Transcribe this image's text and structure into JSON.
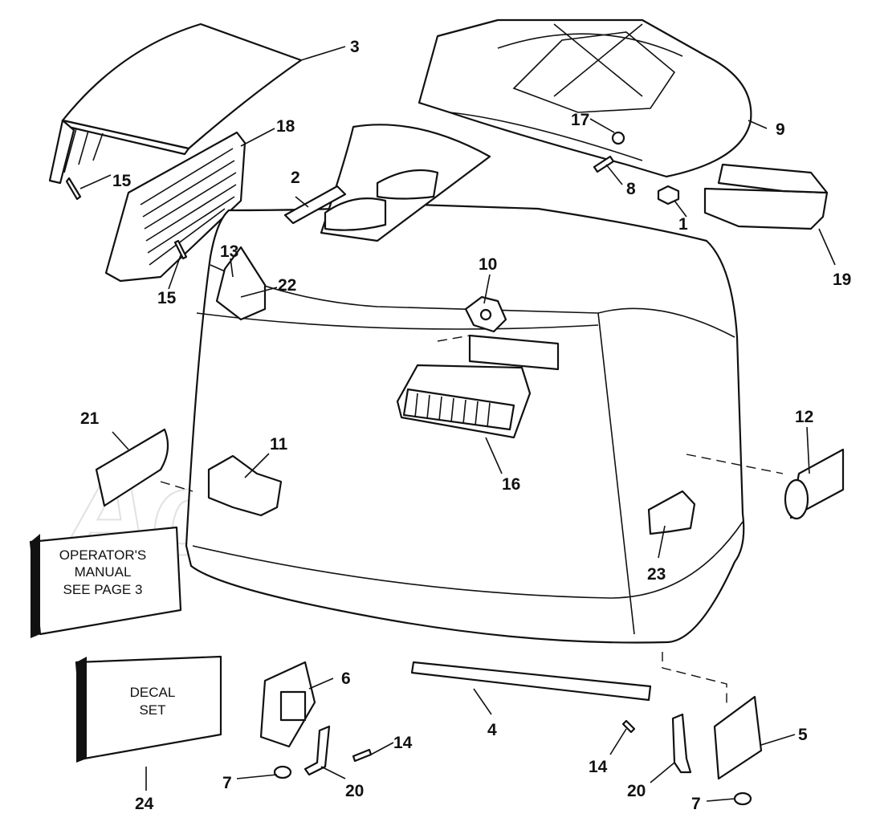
{
  "watermark": "AchMoto",
  "boxes": {
    "operators_manual": [
      "OPERATOR'S",
      "MANUAL",
      "SEE PAGE 3"
    ],
    "decal_set": [
      "DECAL",
      "SET"
    ]
  },
  "labels": {
    "p1": "1",
    "p2": "2",
    "p3": "3",
    "p4": "4",
    "p5": "5",
    "p6": "6",
    "p7a": "7",
    "p7b": "7",
    "p8": "8",
    "p9": "9",
    "p10": "10",
    "p11": "11",
    "p12": "12",
    "p13": "13",
    "p14a": "14",
    "p14b": "14",
    "p15a": "15",
    "p15b": "15",
    "p16": "16",
    "p17": "17",
    "p18": "18",
    "p19": "19",
    "p20a": "20",
    "p20b": "20",
    "p21": "21",
    "p22": "22",
    "p23": "23",
    "p24": "24"
  }
}
